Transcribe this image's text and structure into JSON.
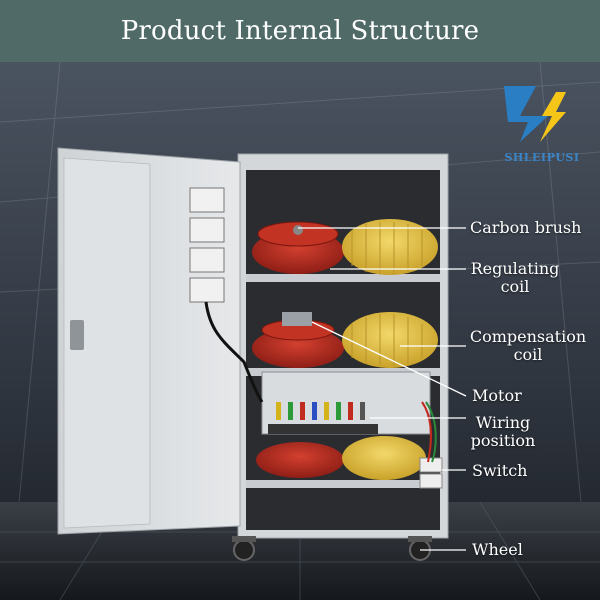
{
  "header": {
    "title": "Product Internal Structure"
  },
  "brand": {
    "name": "SHLEIPUSI",
    "logo_icon": "lightning-bolt-logo-icon",
    "logo_color": "#2a7fc4",
    "bolt_color": "#f5c518"
  },
  "labels": {
    "carbon_brush": "Carbon brush",
    "regulating_coil_1": "Regulating",
    "regulating_coil_2": "coil",
    "compensation_coil_1": "Compensation",
    "compensation_coil_2": "coil",
    "motor": "Motor",
    "wiring_position_1": "Wiring",
    "wiring_position_2": "position",
    "switch": "Switch",
    "wheel": "Wheel"
  },
  "colors": {
    "header_bg": "#4f6a67",
    "cabinet": "#d9dcde",
    "red_coil": "#b42a1e",
    "yellow_coil": "#e3c23f"
  }
}
